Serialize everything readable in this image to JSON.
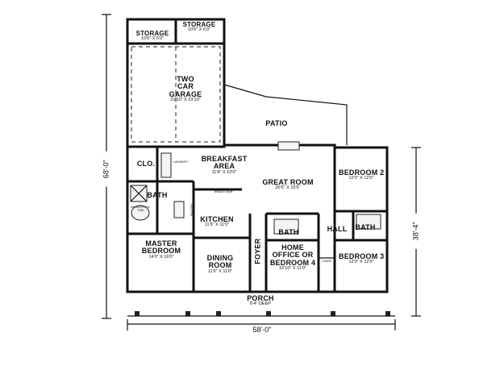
{
  "rooms": {
    "storage_left": {
      "name": "STORAGE",
      "size": "10'6\" X 6'0\""
    },
    "storage_right": {
      "name": "STORAGE",
      "size": "10'6\" X 6'0\""
    },
    "garage": {
      "name_l1": "TWO",
      "name_l2": "CAR",
      "name_l3": "GARAGE",
      "size": "21'10\" X 23'10\""
    },
    "patio": {
      "name": "PATIO"
    },
    "closet": {
      "name": "CLO."
    },
    "laundry": {
      "name": "LAUNDRY"
    },
    "breakfast": {
      "name_l1": "BREAKFAST",
      "name_l2": "AREA",
      "size": "11'8\" X 10'0\""
    },
    "snack_bar": {
      "name": "SNACK BAR"
    },
    "great_room": {
      "name": "GREAT ROOM",
      "size": "20'6\" X 15'6\""
    },
    "bedroom2": {
      "name": "BEDROOM 2",
      "size": "12'0\" X 12'0\""
    },
    "master_bath": {
      "name": "BATH"
    },
    "whirlpool": {
      "name_l1": "WHIRLPOOL",
      "name_l2": "TUB"
    },
    "pantry": {
      "name": "PANTRY"
    },
    "kitchen": {
      "name": "KITCHEN",
      "size": "11'6\" X 11'0\""
    },
    "bath_center": {
      "name": "BATH"
    },
    "hall": {
      "name": "HALL"
    },
    "bath_right": {
      "name": "BATH"
    },
    "master_bedroom": {
      "name_l1": "MASTER",
      "name_l2": "BEDROOM",
      "size": "14'0\" X 16'0\""
    },
    "dining": {
      "name_l1": "DINING",
      "name_l2": "ROOM",
      "size": "11'6\" X 11'0\""
    },
    "foyer": {
      "name": "FOYER"
    },
    "home_office": {
      "name_l1": "HOME",
      "name_l2": "OFFICE OR",
      "name_l3": "BEDROOM 4",
      "size": "10'10\" X 11'0\""
    },
    "linen": {
      "name": "LINEN"
    },
    "bedroom3": {
      "name": "BEDROOM 3",
      "size": "12'0\" X 12'0\""
    },
    "porch": {
      "name": "PORCH",
      "size": "6'4\" DEEP"
    }
  },
  "dimensions": {
    "overall_width": "58'-0\"",
    "overall_depth": "68'-0\"",
    "house_depth": "38'-4\""
  }
}
